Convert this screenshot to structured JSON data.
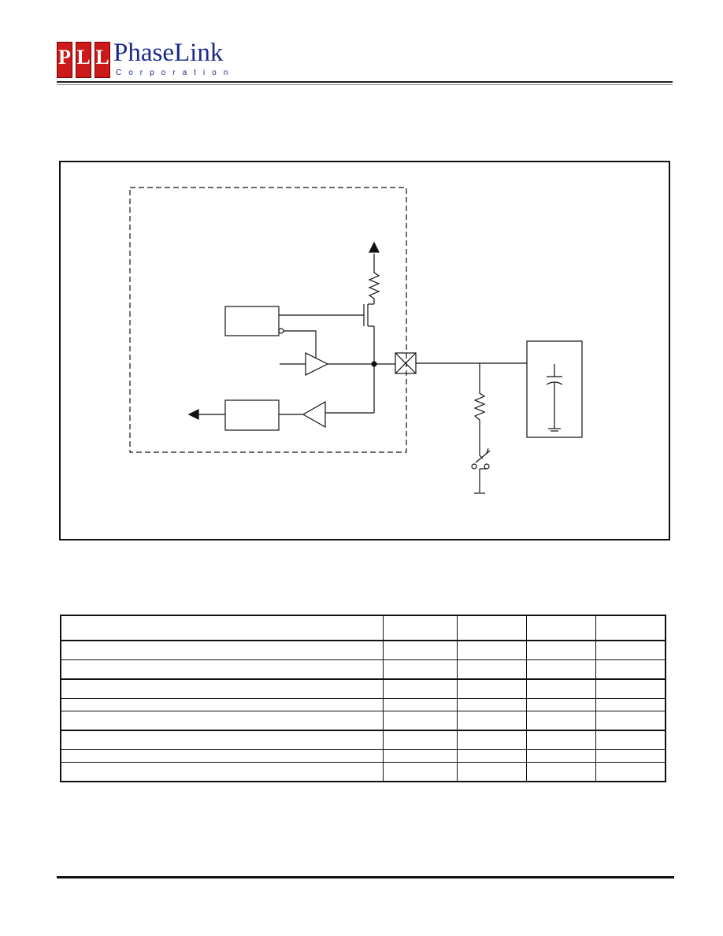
{
  "header": {
    "logo_letters": [
      "P",
      "L",
      "L"
    ],
    "company_name": "PhaseLink",
    "company_sub": "Corporation"
  },
  "diagram": {
    "icons": [
      "vdd-arrow-icon",
      "resistor-icon",
      "mosfet-icon",
      "buffer-icon",
      "inverter-bubble-icon",
      "pad-icon",
      "switch-icon",
      "ground-icon",
      "capacitor-icon",
      "output-arrow-icon"
    ]
  },
  "table": {
    "columns": 5,
    "rows": 8,
    "group_breaks_before": [
      2,
      5
    ]
  }
}
